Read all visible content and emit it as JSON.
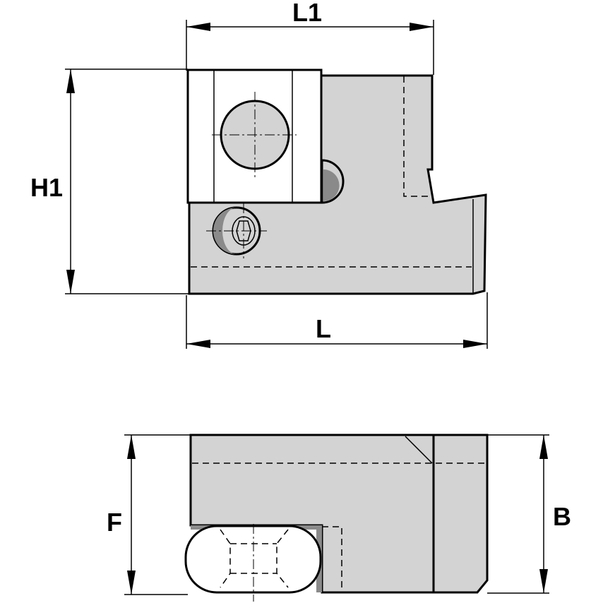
{
  "colors": {
    "body_fill": "#d3d3d3",
    "clamp_fill": "#ffffff",
    "line": "#000000"
  },
  "dimensions": {
    "L1": "L1",
    "L": "L",
    "H1": "H1",
    "F": "F",
    "B": "B"
  }
}
